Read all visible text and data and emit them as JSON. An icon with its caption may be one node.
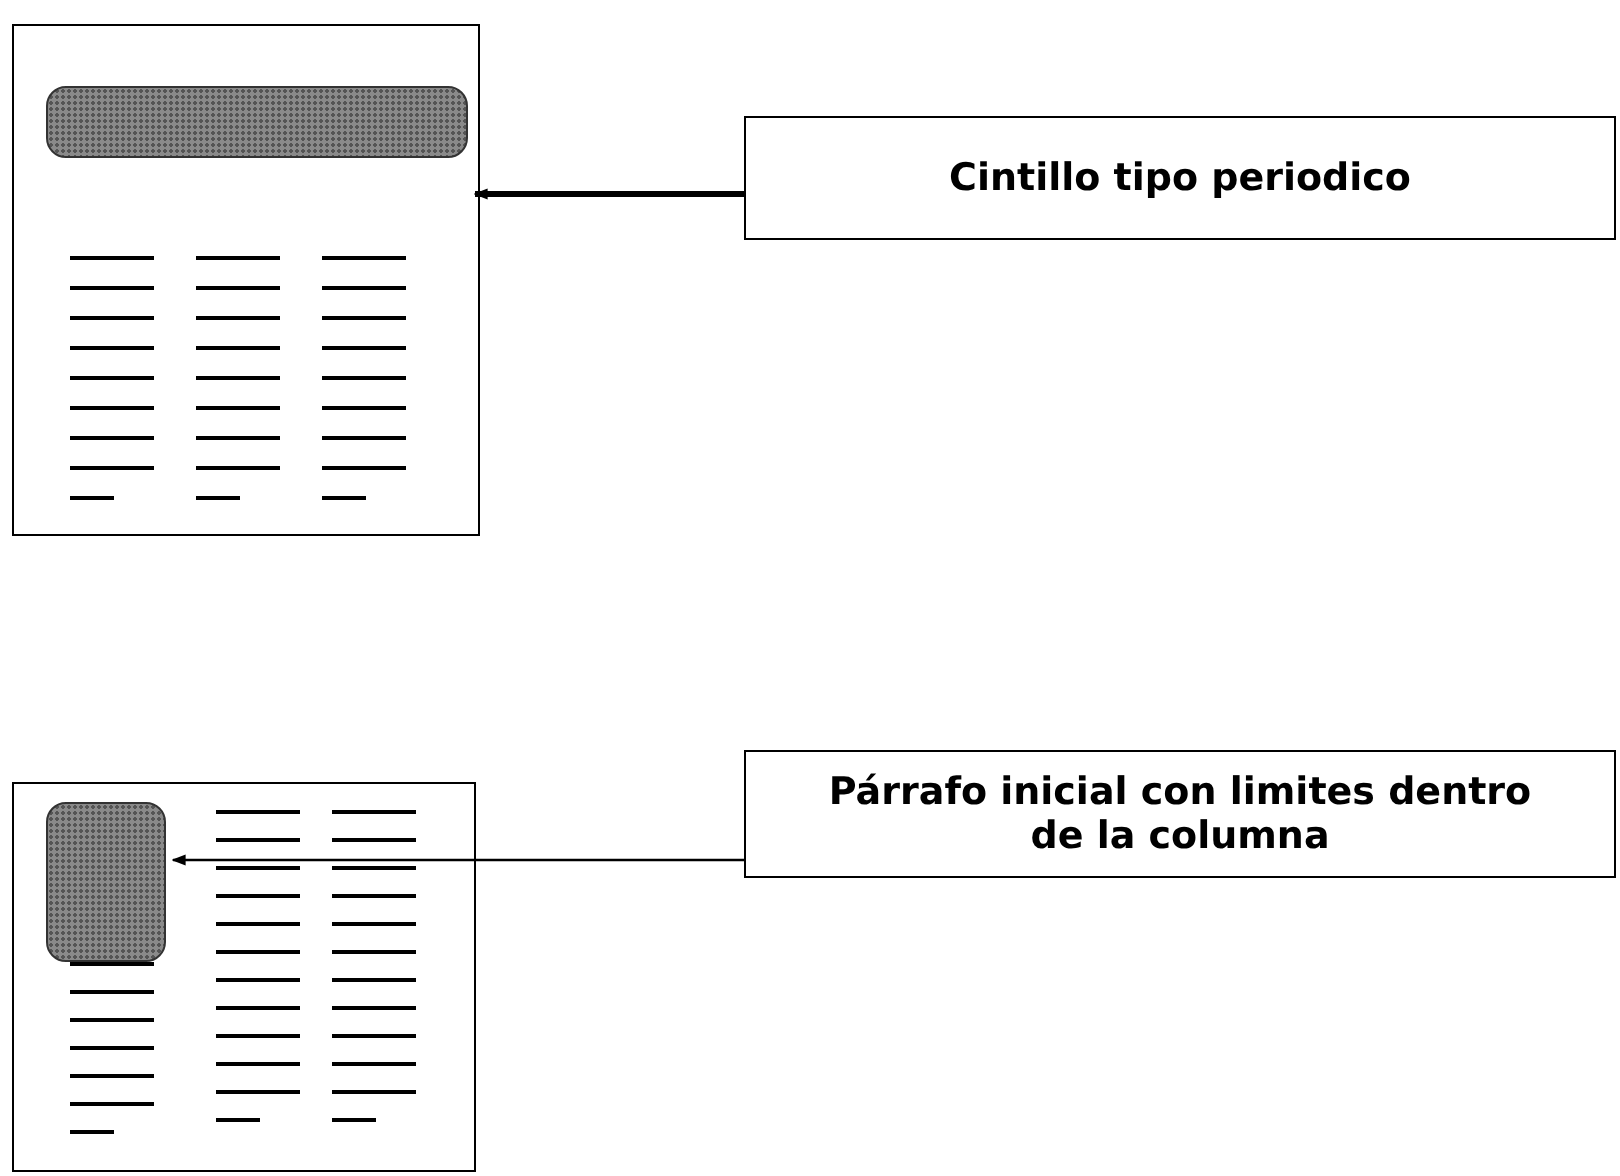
{
  "diagram": {
    "nodes": [
      {
        "text": [],
        "shape": "box"
      },
      {
        "text": [],
        "shape": "box",
        "in": 0
      },
      {
        "text": [
          "Cintillo tipo periodico"
        ]
      },
      {
        "text": [],
        "shape": "box"
      },
      {
        "text": [],
        "shape": "box",
        "in": 3
      },
      {
        "text": [
          "Párrafo inicial con limites dentro de la columna"
        ]
      }
    ],
    "edges": [
      {
        "from": 2,
        "to": 1,
        "arrow": "to",
        "style": "thick"
      },
      {
        "from": 5,
        "to": 4,
        "arrow": "to"
      }
    ]
  }
}
